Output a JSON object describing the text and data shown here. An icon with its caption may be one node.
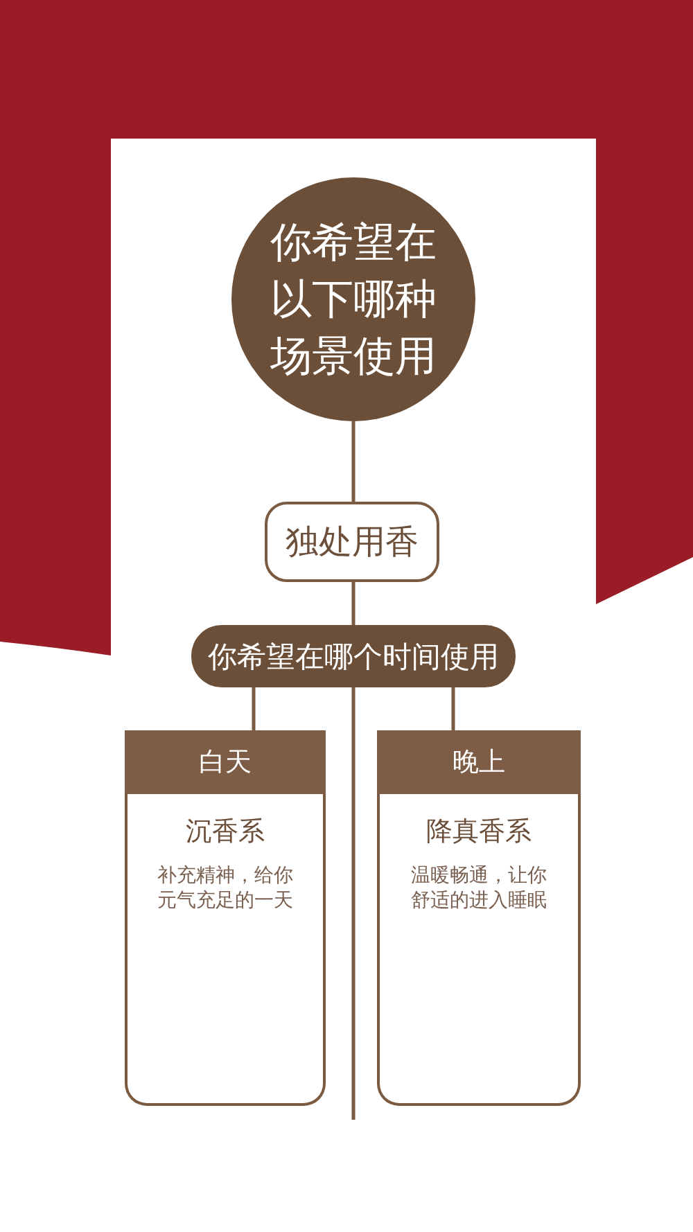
{
  "diagram": {
    "nodes": [
      {
        "text": [
          "你希望在以下哪种场景使用"
        ]
      },
      {
        "text": [
          "独处用香"
        ]
      },
      {
        "text": [
          "你希望在哪个时间使用"
        ]
      },
      {
        "text": [
          "白天",
          "沉香系",
          "补充精神，给你元气充足的一天"
        ]
      },
      {
        "text": [
          "晚上",
          "降真香系",
          "温暖畅通，让你舒适的进入睡眠"
        ]
      }
    ],
    "edges": [
      {
        "from": 0,
        "to": 1,
        "arrow": "none"
      },
      {
        "from": 1,
        "to": 2,
        "arrow": "none"
      },
      {
        "from": 2,
        "to": 3,
        "arrow": "none"
      },
      {
        "from": 2,
        "to": 4,
        "arrow": "none"
      },
      {
        "from": 2,
        "to": null,
        "arrow": "none"
      }
    ]
  }
}
